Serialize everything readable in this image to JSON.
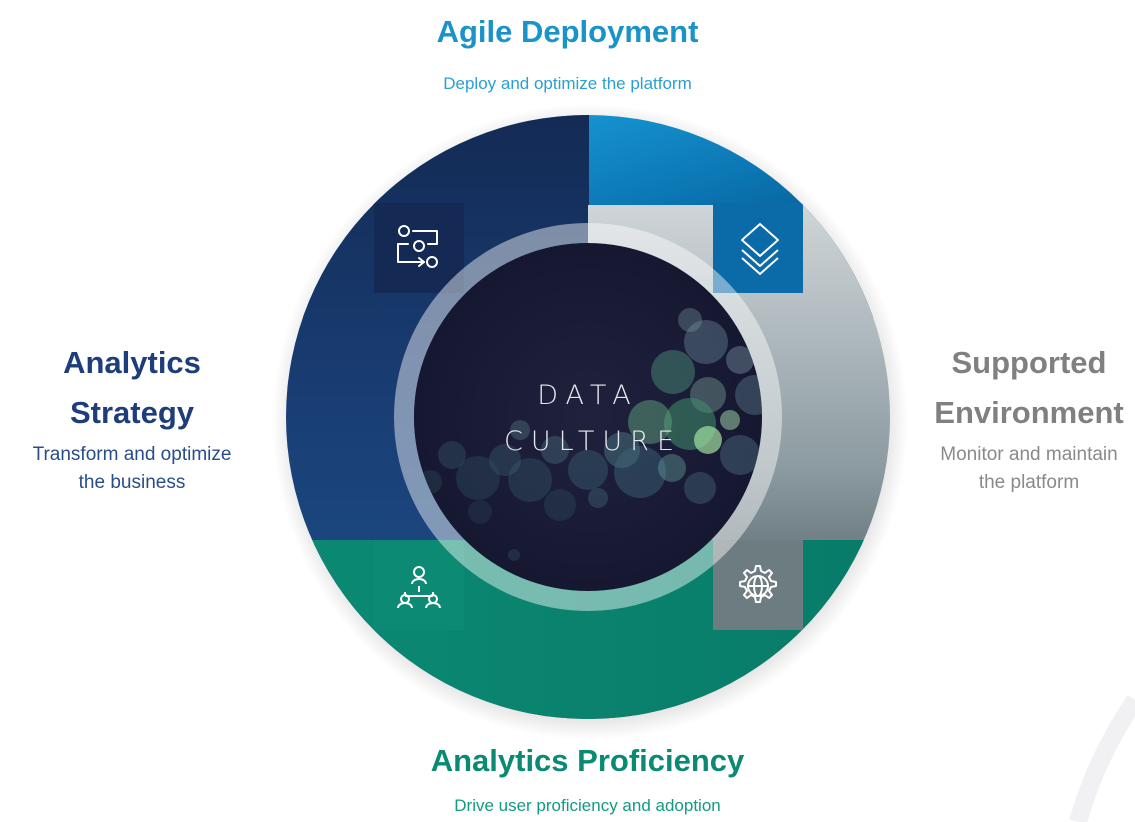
{
  "center": {
    "line1": "DATA",
    "line2": "CULTURE"
  },
  "sections": {
    "agile_deployment": {
      "title": "Agile Deployment",
      "description": "Deploy and optimize the platform",
      "color": "#1a93c9",
      "icon": "layers-icon"
    },
    "analytics_strategy": {
      "title_line1": "Analytics",
      "title_line2": "Strategy",
      "description_line1": "Transform and optimize",
      "description_line2": "the business",
      "color": "#1d3e7a",
      "icon": "workflow-icon"
    },
    "supported_environment": {
      "title_line1": "Supported",
      "title_line2": "Environment",
      "description_line1": "Monitor and maintain",
      "description_line2": "the platform",
      "color": "#7c7c7c",
      "icon": "gear-globe-icon"
    },
    "analytics_proficiency": {
      "title": "Analytics Proficiency",
      "description": "Drive user proficiency and adoption",
      "color": "#0a8a72",
      "icon": "org-chart-icon"
    }
  },
  "center_color": "#191a33"
}
